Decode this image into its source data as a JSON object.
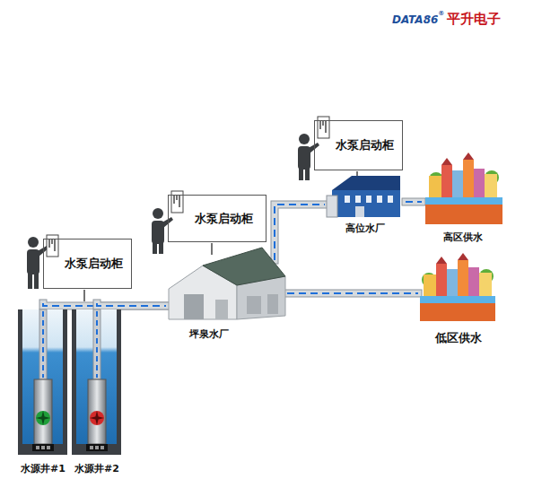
{
  "diagram": {
    "nodes": [
      {
        "text": [
          "水泵启动柜"
        ]
      },
      {
        "text": [
          "水源井#1"
        ]
      },
      {
        "text": [
          "水源井#2"
        ]
      },
      {
        "text": [
          "水泵启动柜"
        ]
      },
      {
        "text": [
          "坪泉水厂"
        ]
      },
      {
        "text": [
          "水泵启动柜"
        ]
      },
      {
        "text": [
          "高位水厂"
        ]
      },
      {
        "text": [
          "高区供水"
        ]
      },
      {
        "text": [
          "低区供水"
        ]
      }
    ],
    "edges": [
      {
        "from": 1,
        "to": 4,
        "arrow": "none"
      },
      {
        "from": 2,
        "to": 4,
        "arrow": "none"
      },
      {
        "from": 4,
        "to": 6,
        "arrow": "none"
      },
      {
        "from": 6,
        "to": 7,
        "arrow": "none"
      },
      {
        "from": 4,
        "to": 8,
        "arrow": "none"
      }
    ],
    "labels": [
      "DATA86",
      "®",
      "平升电子"
    ]
  }
}
